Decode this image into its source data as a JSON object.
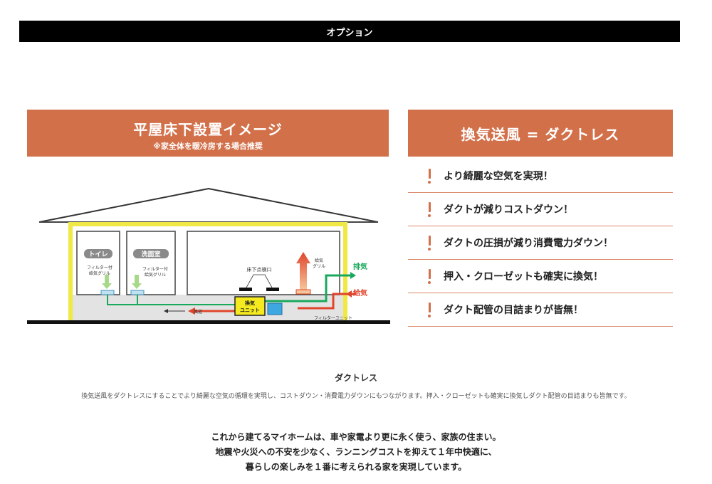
{
  "header": {
    "title": "オプション"
  },
  "left_panel": {
    "title": "平屋床下設置イメージ",
    "subtitle": "※家全体を暖冷房する場合推奨",
    "diagram": {
      "room_toilet": "トイレ",
      "room_washroom": "洗面室",
      "grille_toilet": [
        "フィルター付",
        "給気グリル"
      ],
      "grille_washroom": [
        "フィルター付",
        "給気グリル"
      ],
      "inspection_port": "床下点検口",
      "supply_grille": [
        "給気",
        "グリル"
      ],
      "exhaust": "排気",
      "supply": "給気",
      "unit": [
        "換気",
        "ユニット"
      ],
      "airflow": "風道",
      "filter_unit": "フィルターユニット",
      "colors": {
        "wall": "#f0e845",
        "green": "#1aa85c",
        "red": "#e0452b",
        "unit": "#f5ea1f",
        "filter": "#3fa7df"
      }
    }
  },
  "right_panel": {
    "title": "換気送風 = ダクトレス",
    "features": [
      "より綺麗な空気を実現！",
      "ダクトが減りコストダウン！",
      "ダクトの圧損が減り消費電力ダウン！",
      "押入・クローゼットも確実に換気！",
      "ダクト配管の目詰まりが皆無！"
    ]
  },
  "section": {
    "title": "ダクトレス",
    "description": "換気送風をダクトレスにすることでより綺麗な空気の循環を実現し、コストダウン・消費電力ダウンにもつながります。押入・クローゼットも確実に換気しダクト配管の目詰まりも皆無です。"
  },
  "closing": {
    "lines": [
      "これから建てるマイホームは、車や家電より更に永く使う、家族の住まい。",
      "地震や火災への不安を少なく、ランニングコストを抑えて１年中快適に、",
      "暮らしの楽しみを１番に考えられる家を実現しています。"
    ]
  }
}
